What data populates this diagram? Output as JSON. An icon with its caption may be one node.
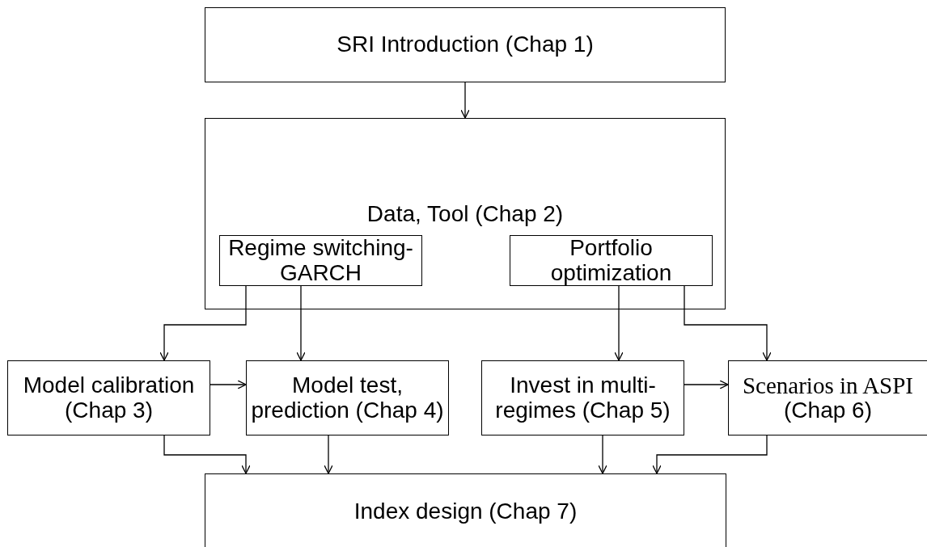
{
  "diagram": {
    "nodes": [
      {
        "text": [
          "SRI Introduction (Chap 1)"
        ]
      },
      {
        "text": [
          "Data, Tool (Chap 2)"
        ]
      },
      {
        "text": [
          "Regime switching-GARCH"
        ],
        "in": 1
      },
      {
        "text": [
          "Portfolio optimization"
        ],
        "in": 1
      },
      {
        "text": [
          "Model calibration (Chap 3)"
        ]
      },
      {
        "text": [
          "Model test, prediction (Chap 4)"
        ]
      },
      {
        "text": [
          "Invest in multi-regimes (Chap 5)"
        ]
      },
      {
        "text": [
          "Scenarios in ASPI",
          "(Chap 6)"
        ]
      },
      {
        "text": [
          "Index design (Chap 7)"
        ]
      }
    ],
    "edges": [
      {
        "from": 0,
        "to": 1,
        "arrow": "to"
      },
      {
        "from": 2,
        "to": 4,
        "arrow": "to"
      },
      {
        "from": 2,
        "to": 5,
        "arrow": "to"
      },
      {
        "from": 3,
        "to": 6,
        "arrow": "to"
      },
      {
        "from": 3,
        "to": 7,
        "arrow": "to"
      },
      {
        "from": 4,
        "to": 5,
        "arrow": "to"
      },
      {
        "from": 6,
        "to": 7,
        "arrow": "to"
      },
      {
        "from": 4,
        "to": 8,
        "arrow": "to"
      },
      {
        "from": 5,
        "to": 8,
        "arrow": "to"
      },
      {
        "from": 6,
        "to": 8,
        "arrow": "to"
      },
      {
        "from": 7,
        "to": 8,
        "arrow": "to"
      }
    ]
  }
}
